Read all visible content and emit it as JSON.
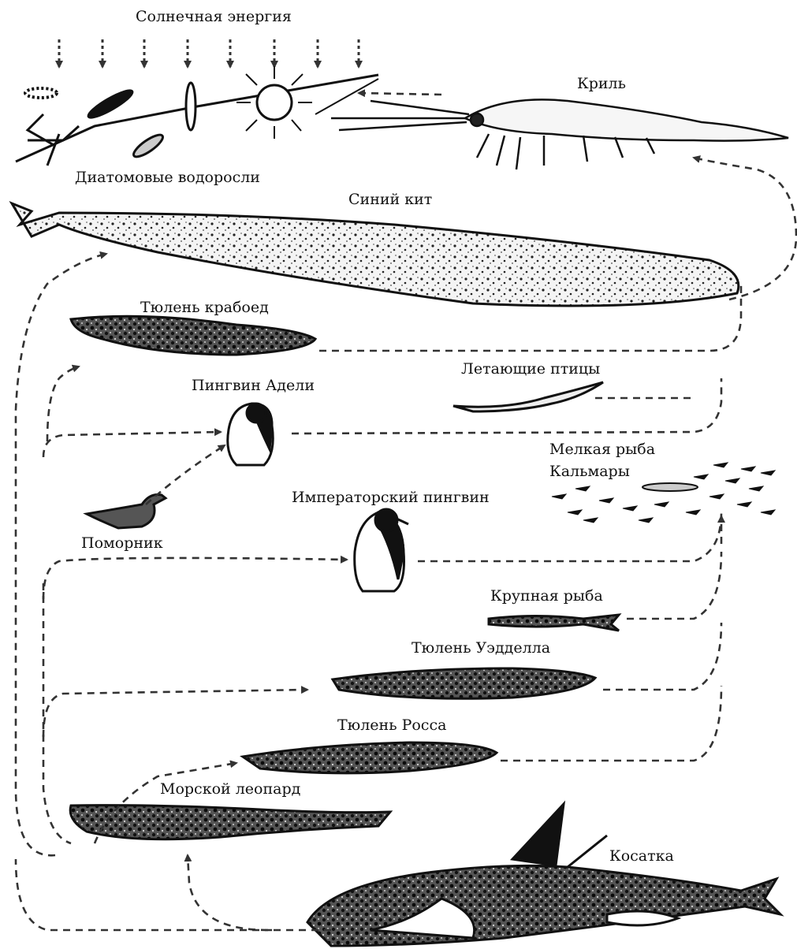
{
  "labels": {
    "solar": "Солнечная энергия",
    "krill": "Криль",
    "diatoms": "Диатомовые водоросли",
    "blue_whale": "Синий кит",
    "crabeater_seal": "Тюлень крабоед",
    "flying_birds": "Летающие птицы",
    "adelie_penguin": "Пингвин Адели",
    "small_fish": "Мелкая рыба",
    "squid": "Кальмары",
    "emperor_penguin": "Императорский пингвин",
    "skua": "Поморник",
    "large_fish": "Крупная рыба",
    "weddell_seal": "Тюлень Уэдделла",
    "ross_seal": "Тюлень Росса",
    "leopard_seal": "Морской леопард",
    "orca": "Косатка"
  }
}
